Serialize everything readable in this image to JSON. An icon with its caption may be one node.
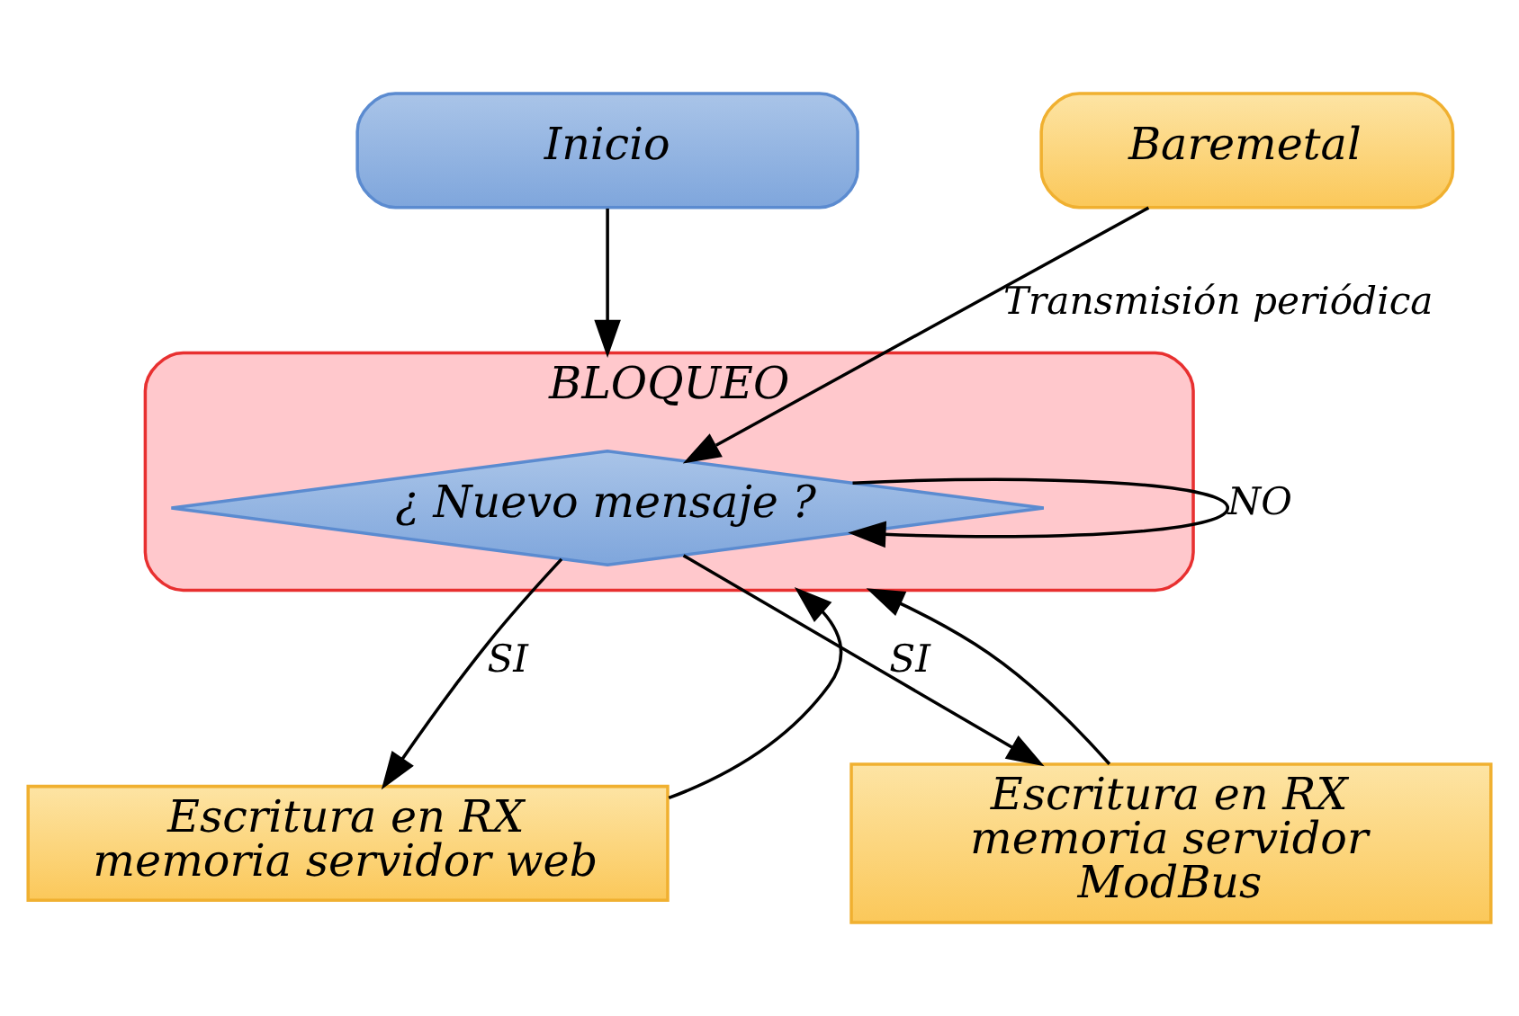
{
  "diagram": {
    "nodes": [
      {
        "text": [
          "Inicio"
        ]
      },
      {
        "text": [
          "BLOQUEO"
        ]
      },
      {
        "text": [
          "¿ Nuevo mensaje ?"
        ],
        "in": 1
      },
      {
        "text": [
          "Baremetal"
        ]
      },
      {
        "text": [
          "Escritura en RX memoria servidor web"
        ]
      },
      {
        "text": [
          "Escritura en RX memoria servidor ModBus"
        ]
      }
    ],
    "edges": [
      {
        "from": 0,
        "to": 1,
        "arrow": "to"
      },
      {
        "from": 3,
        "to": 2,
        "arrow": "to",
        "label": "Transmisión periódica"
      },
      {
        "from": 2,
        "to": 2,
        "arrow": "to",
        "label": "NO"
      },
      {
        "from": 2,
        "to": 4,
        "arrow": "to",
        "label": "SI"
      },
      {
        "from": 2,
        "to": 5,
        "arrow": "to",
        "label": "SI"
      },
      {
        "from": 4,
        "to": 1,
        "arrow": "to"
      },
      {
        "from": 5,
        "to": 1,
        "arrow": "to"
      }
    ]
  }
}
